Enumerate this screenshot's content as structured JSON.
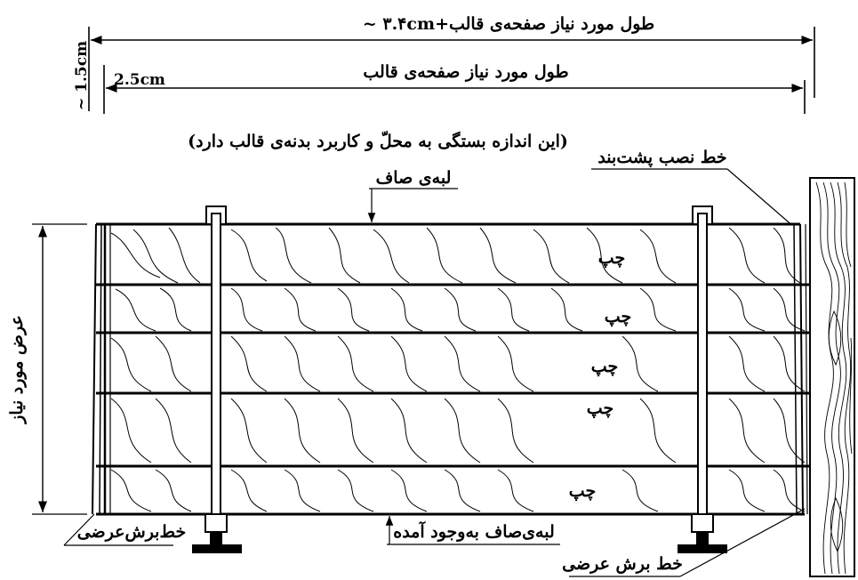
{
  "dimensions": {
    "total_length_label": "طول مورد نیاز صفحه‌ی قالب+۳.۴cm ~",
    "required_length_label": "طول مورد نیاز صفحه‌ی قالب",
    "left_margin_label": "2.5cm",
    "vertical_margin_label": "~ 1.5cm",
    "required_width_label": "عرض مورد نیاز"
  },
  "notes": {
    "size_note": "(این اندازه بستگی به محلّ و کاربرد بدنه‌ی قالب دارد)"
  },
  "callouts": {
    "backing_line": "خط نصب پشت‌بند",
    "clean_edge": "لبه‌ی صاف",
    "resulting_clean_edge": "لبه‌ی‌صاف به‌وجود آمده",
    "cross_cut_left": "خط‌برش‌عرضی",
    "cross_cut_right": "خط برش عرضی"
  },
  "boards": {
    "left_side_marks": [
      "چپ",
      "چپ",
      "چپ",
      "چپ",
      "چپ"
    ]
  },
  "colors": {
    "ink": "#000000",
    "paper": "#ffffff"
  }
}
